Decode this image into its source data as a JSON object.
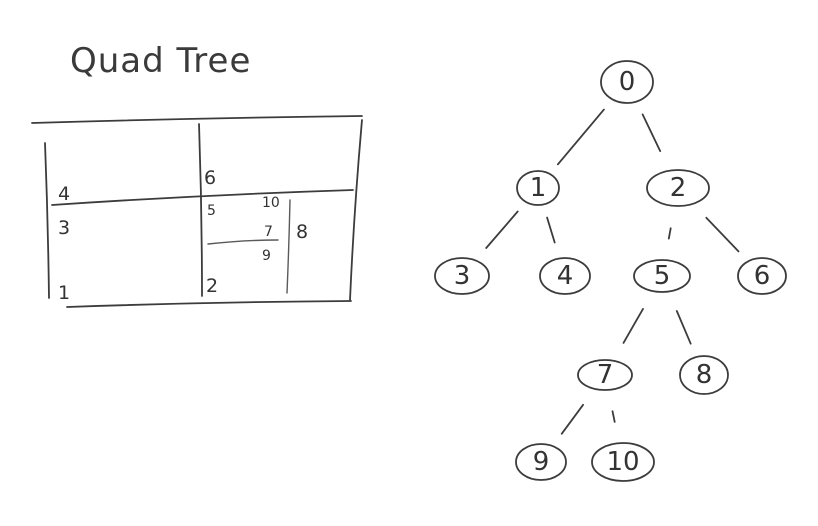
{
  "title": "Quad Tree",
  "quad": {
    "labels": {
      "nw": "4",
      "sw_top": "3",
      "sw_bottom": "1",
      "ne": "6",
      "se_bottom": "2",
      "sub_5": "5",
      "sub_10": "10",
      "sub_7": "7",
      "sub_9": "9",
      "sub_8": "8"
    }
  },
  "tree": {
    "nodes": [
      {
        "id": "n0",
        "label": "0"
      },
      {
        "id": "n1",
        "label": "1"
      },
      {
        "id": "n2",
        "label": "2"
      },
      {
        "id": "n3",
        "label": "3"
      },
      {
        "id": "n4",
        "label": "4"
      },
      {
        "id": "n5",
        "label": "5"
      },
      {
        "id": "n6",
        "label": "6"
      },
      {
        "id": "n7",
        "label": "7"
      },
      {
        "id": "n8",
        "label": "8"
      },
      {
        "id": "n9",
        "label": "9"
      },
      {
        "id": "n10",
        "label": "10"
      }
    ],
    "edges": [
      [
        "n0",
        "n1"
      ],
      [
        "n0",
        "n2"
      ],
      [
        "n1",
        "n3"
      ],
      [
        "n1",
        "n4"
      ],
      [
        "n2",
        "n5"
      ],
      [
        "n2",
        "n6"
      ],
      [
        "n5",
        "n7"
      ],
      [
        "n5",
        "n8"
      ],
      [
        "n7",
        "n9"
      ],
      [
        "n7",
        "n10"
      ]
    ]
  }
}
